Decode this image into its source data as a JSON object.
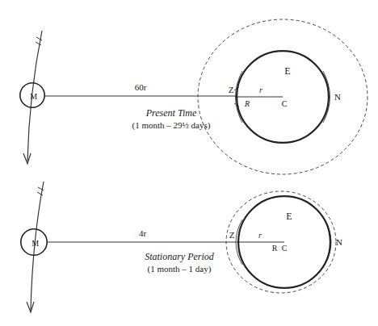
{
  "diagram": {
    "nodes": [
      {
        "text": [
          "M"
        ]
      },
      {
        "text": [
          "E"
        ]
      },
      {
        "text": [
          "M"
        ]
      },
      {
        "text": [
          "E"
        ]
      }
    ],
    "edges": [
      {
        "from": 0,
        "to": 1,
        "arrow": "none",
        "label": "60r"
      },
      {
        "from": 2,
        "to": 3,
        "arrow": "none",
        "label": "4r"
      }
    ],
    "labels": [
      "Present Time",
      "(1 month – 29½ days)",
      "Z",
      "R",
      "r",
      "C",
      "N",
      "Stationary Period",
      "(1 month – 1 day)",
      "Z",
      "r",
      "R",
      "C",
      "N"
    ]
  }
}
